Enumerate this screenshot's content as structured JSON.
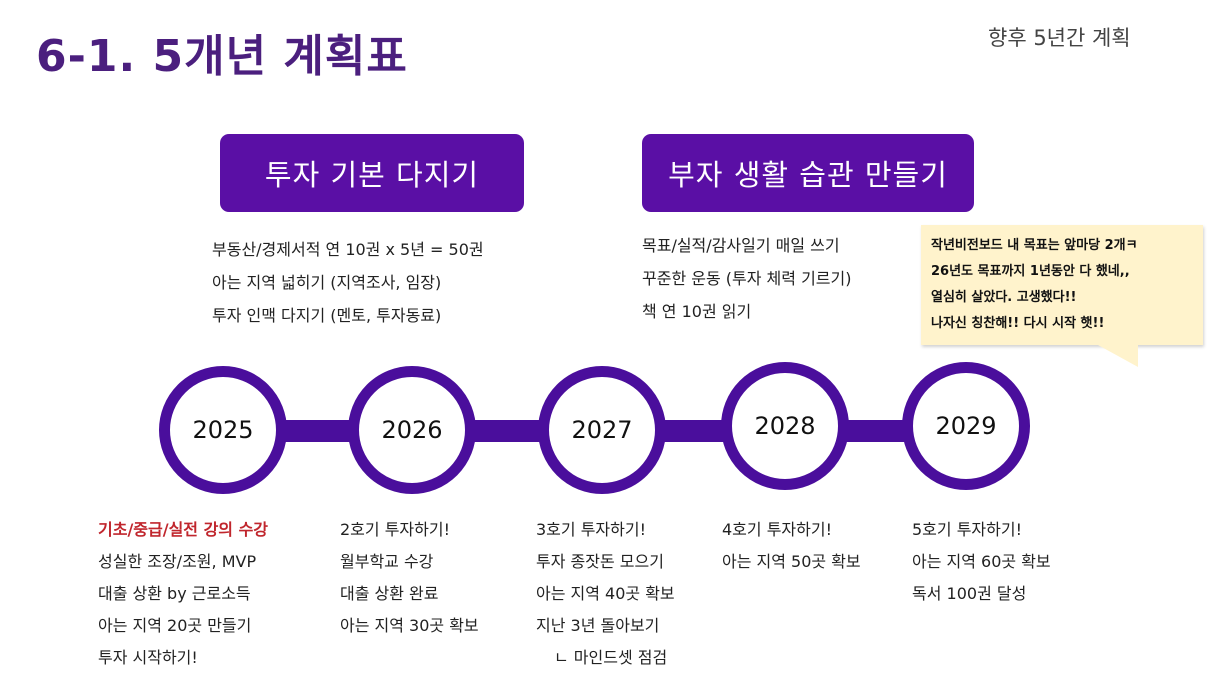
{
  "header": {
    "title": "6-1. 5개년 계획표",
    "subtitle": "향후 5년간 계획"
  },
  "banners": {
    "left": "투자 기본 다지기",
    "right": "부자 생활 습관 만들기"
  },
  "top_left_lines": [
    "부동산/경제서적 연 10권 x 5년 = 50권",
    "아는 지역 넓히기 (지역조사, 임장)",
    "투자 인맥 다지기 (멘토, 투자동료)"
  ],
  "top_right_lines": [
    "목표/실적/감사일기 매일 쓰기",
    "꾸준한 운동 (투자 체력 기르기)",
    "책 연 10권 읽기"
  ],
  "note": {
    "lines": [
      "작년비전보드 내 목표는 앞마당 2개ㅋ",
      "26년도 목표까지 1년동안 다 했네,,",
      "열심히 살았다. 고생했다!!",
      "나자신 칭찬해!! 다시 시작 햇!!"
    ]
  },
  "timeline": {
    "years": [
      "2025",
      "2026",
      "2027",
      "2028",
      "2029"
    ],
    "columns": [
      [
        "기초/중급/실전 강의 수강",
        "성실한 조장/조원, MVP",
        "대출 상환 by 근로소득",
        "아는 지역 20곳 만들기",
        "투자 시작하기!"
      ],
      [
        "2호기 투자하기!",
        "월부학교 수강",
        "대출 상환 완료",
        "아는 지역 30곳 확보"
      ],
      [
        "3호기 투자하기!",
        "투자 종잣돈 모으기",
        "아는 지역 40곳 확보",
        "지난 3년 돌아보기",
        "ㄴ 마인드셋 점검"
      ],
      [
        "4호기 투자하기!",
        "아는 지역 50곳 확보"
      ],
      [
        "5호기 투자하기!",
        "아는 지역 60곳 확보",
        "독서 100권 달성"
      ]
    ]
  },
  "colors": {
    "title": "#4b1f7e",
    "banner": "#5a0fa5",
    "timeline": "#4a0e9c",
    "highlight": "#c0262d",
    "note_bg": "#fff3cc"
  }
}
